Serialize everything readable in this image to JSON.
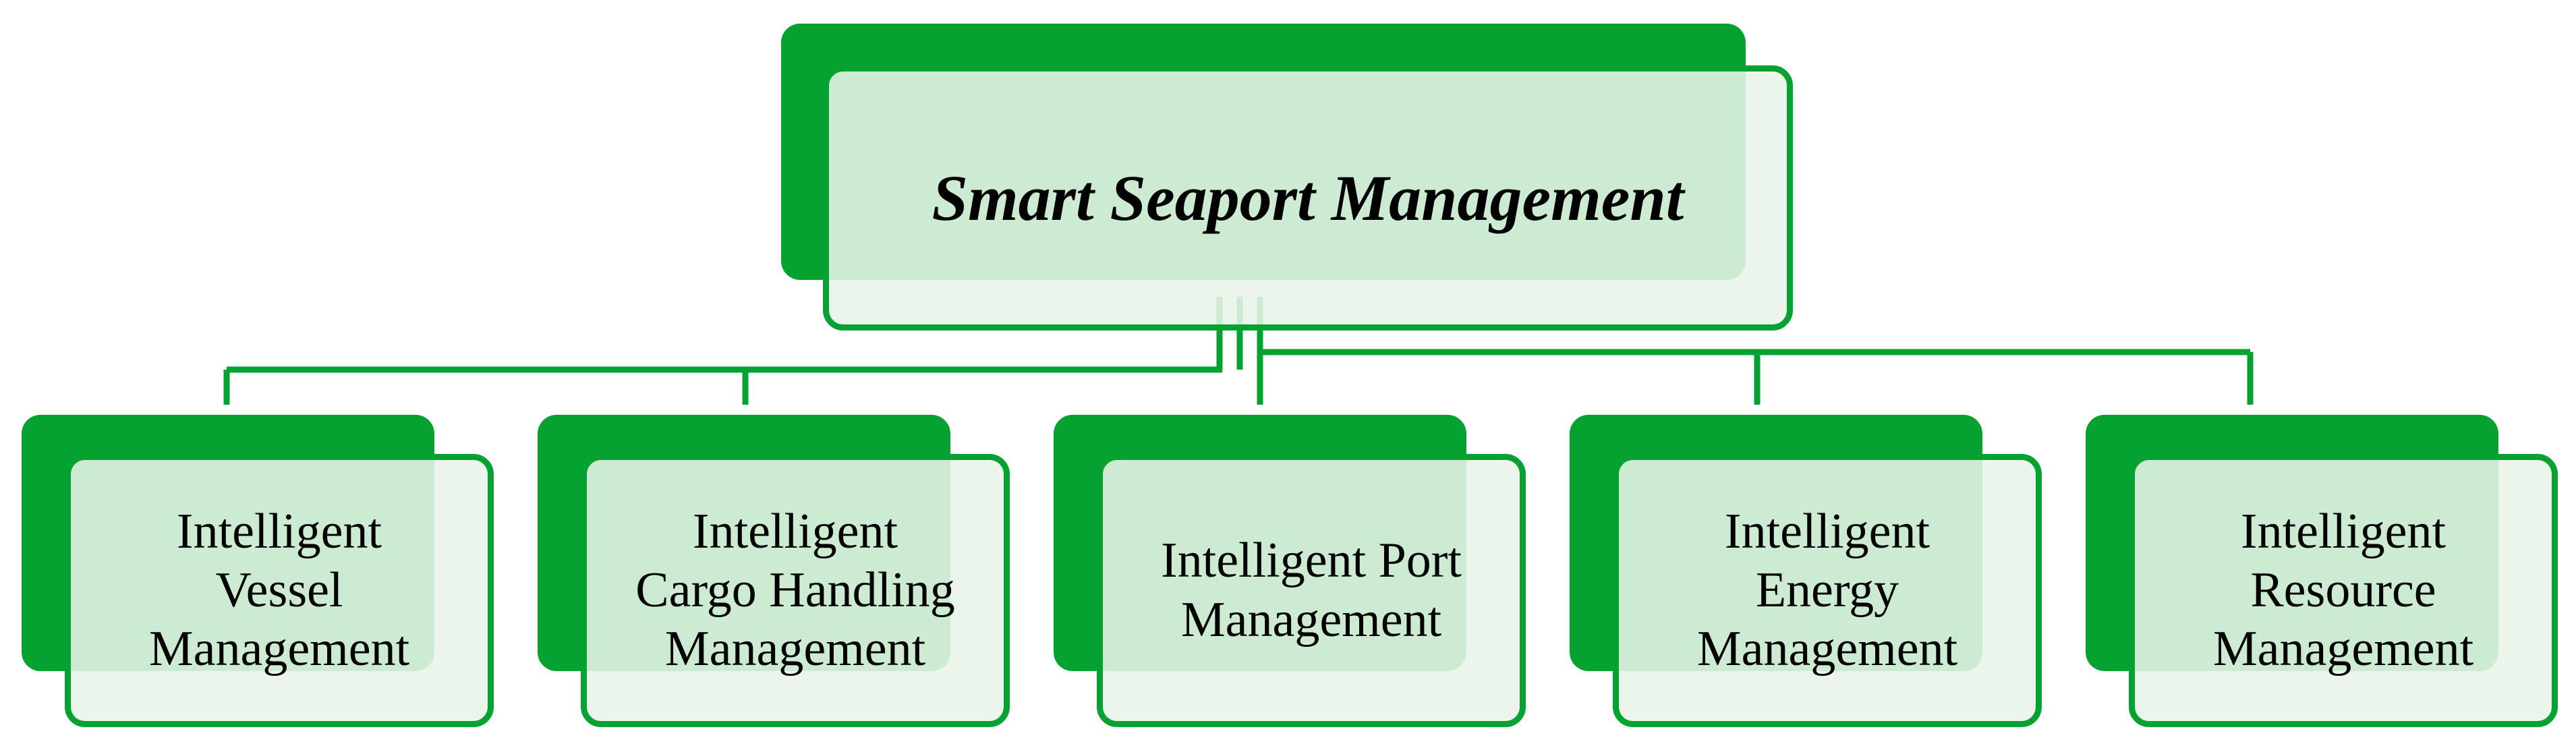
{
  "colors": {
    "accent": "#05a131",
    "fill": "#e9f4e9",
    "text": "#000000",
    "background": "#ffffff"
  },
  "root": {
    "label": "Smart Seaport Management"
  },
  "children": [
    {
      "line1": "Intelligent",
      "line2": "Vessel",
      "line3": "Management"
    },
    {
      "line1": "Intelligent",
      "line2": "Cargo Handling",
      "line3": "Management"
    },
    {
      "line1": "Intelligent Port",
      "line2": "Management",
      "line3": ""
    },
    {
      "line1": "Intelligent",
      "line2": "Energy",
      "line3": "Management"
    },
    {
      "line1": "Intelligent",
      "line2": "Resource",
      "line3": "Management"
    }
  ]
}
